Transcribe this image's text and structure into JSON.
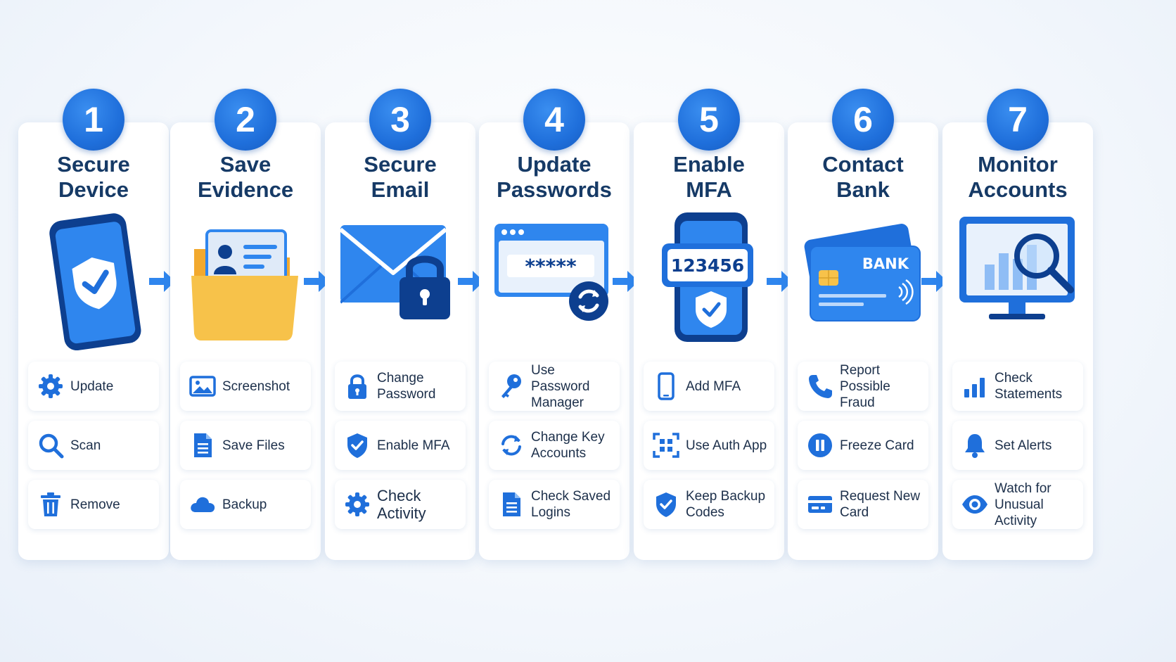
{
  "colors": {
    "primary": "#1f6fdb",
    "dark": "#163a66",
    "text": "#1c2f4a",
    "folder": "#f7bd3c",
    "card_bg": "#ffffff"
  },
  "steps": [
    {
      "number": "1",
      "title_line1": "Secure",
      "title_line2": "Device",
      "illustration": "phone-shield",
      "actions": [
        {
          "icon": "gear-icon",
          "label": "Update"
        },
        {
          "icon": "search-icon",
          "label": "Scan"
        },
        {
          "icon": "trash-icon",
          "label": "Remove"
        }
      ]
    },
    {
      "number": "2",
      "title_line1": "Save",
      "title_line2": "Evidence",
      "illustration": "folder-id-card",
      "actions": [
        {
          "icon": "image-icon",
          "label": "Screenshot"
        },
        {
          "icon": "document-icon",
          "label": "Save Files"
        },
        {
          "icon": "cloud-icon",
          "label": "Backup"
        }
      ]
    },
    {
      "number": "3",
      "title_line1": "Secure",
      "title_line2": "Email",
      "illustration": "envelope-lock",
      "actions": [
        {
          "icon": "lock-icon",
          "label": "Change Password"
        },
        {
          "icon": "shield-check-icon",
          "label": "Enable MFA"
        },
        {
          "icon": "gear-icon",
          "label": "Check Activity"
        }
      ]
    },
    {
      "number": "4",
      "title_line1": "Update",
      "title_line2": "Passwords",
      "illustration": "browser-password",
      "password_mask": "*****",
      "actions": [
        {
          "icon": "key-icon",
          "label": "Use Password Manager"
        },
        {
          "icon": "refresh-icon",
          "label": "Change Key Accounts"
        },
        {
          "icon": "document-icon",
          "label": "Check Saved Logins"
        }
      ]
    },
    {
      "number": "5",
      "title_line1": "Enable",
      "title_line2": "MFA",
      "illustration": "phone-code",
      "code": "123456",
      "actions": [
        {
          "icon": "phone-icon",
          "label": "Add MFA"
        },
        {
          "icon": "scan-icon",
          "label": "Use Auth App"
        },
        {
          "icon": "shield-check-icon",
          "label": "Keep Backup Codes"
        }
      ]
    },
    {
      "number": "6",
      "title_line1": "Contact",
      "title_line2": "Bank",
      "illustration": "bank-card",
      "card_text": "BANK",
      "actions": [
        {
          "icon": "call-icon",
          "label": "Report Possible Fraud"
        },
        {
          "icon": "pause-icon",
          "label": "Freeze Card"
        },
        {
          "icon": "credit-card-icon",
          "label": "Request New Card"
        }
      ]
    },
    {
      "number": "7",
      "title_line1": "Monitor",
      "title_line2": "Accounts",
      "illustration": "monitor-magnifier",
      "actions": [
        {
          "icon": "bar-chart-icon",
          "label": "Check Statements"
        },
        {
          "icon": "bell-icon",
          "label": "Set Alerts"
        },
        {
          "icon": "eye-icon",
          "label": "Watch for Unusual Activity"
        }
      ]
    }
  ]
}
